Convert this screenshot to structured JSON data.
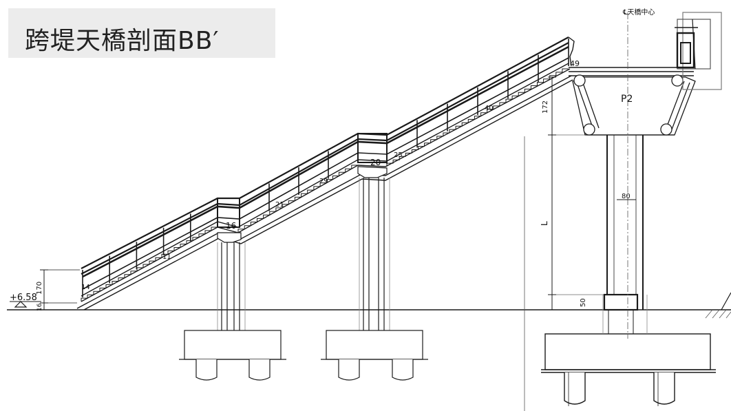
{
  "title": "跨堤天橋剖面BB′",
  "labels": {
    "centerline": "℄天橋中心",
    "pier": "P2",
    "elevation": "+6.58",
    "dim_172": "172",
    "dim_170": "170",
    "dim_16": "16",
    "dim_80": "80",
    "dim_L": "L",
    "dim_50": "50",
    "step_14": "14",
    "step_11": "11",
    "step_16": "16",
    "step_20": "20",
    "step_21": "21",
    "step_25": "25",
    "step_29": "29",
    "step_40": "40",
    "step_49": "49"
  },
  "colors": {
    "line": "#1a1a1a",
    "light_line": "#6e6e6e",
    "title_bg": "#ececec",
    "pier_label": "#2d4f5e"
  }
}
